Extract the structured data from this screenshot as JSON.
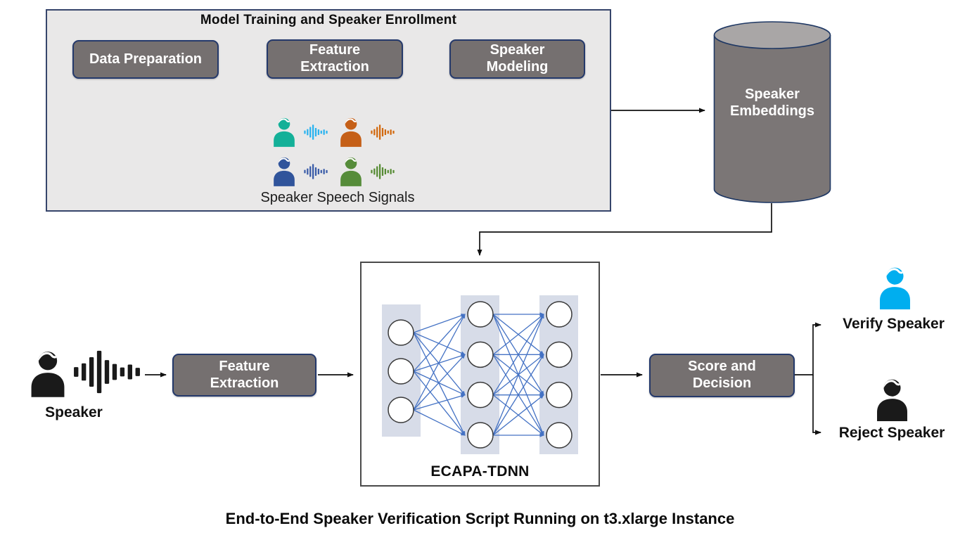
{
  "training": {
    "title": "Model Training and Speaker Enrollment",
    "nodes": [
      {
        "label": "Data Preparation"
      },
      {
        "label": "Feature Extraction"
      },
      {
        "label": "Speaker Modeling"
      }
    ],
    "speech_signals_label": "Speaker Speech Signals",
    "speakers": [
      {
        "id": "teal",
        "person_color": "#14B098",
        "wave_color": "#2AB3EF"
      },
      {
        "id": "orange",
        "person_color": "#C55F17",
        "wave_color": "#D2690F"
      },
      {
        "id": "blue",
        "person_color": "#30549B",
        "wave_color": "#3A5CA8"
      },
      {
        "id": "green",
        "person_color": "#568C3A",
        "wave_color": "#568B33"
      }
    ]
  },
  "store": {
    "label": "Speaker Embeddings"
  },
  "inference": {
    "speaker_label": "Speaker",
    "speaker_color": "#1A1A1A",
    "feature_extraction_label": "Feature Extraction",
    "model": {
      "label": "ECAPA-TDNN",
      "layers": [
        3,
        4,
        4
      ]
    },
    "score_decision_label": "Score and Decision",
    "outcomes": [
      {
        "label": "Verify Speaker",
        "icon_color": "#00AEEF"
      },
      {
        "label": "Reject Speaker",
        "icon_color": "#1A1A1A"
      }
    ]
  },
  "caption": "End-to-End Speaker Verification Script Running on t3.xlarge Instance",
  "colors": {
    "node_fill": "#757070",
    "node_border": "#24396B",
    "panel_fill": "#E9E8E8",
    "cylinder_top": "#A9A6A6",
    "cylinder_body": "#7B7676",
    "network_edge": "#4472C4",
    "layer_fill": "#D7DCE8"
  }
}
